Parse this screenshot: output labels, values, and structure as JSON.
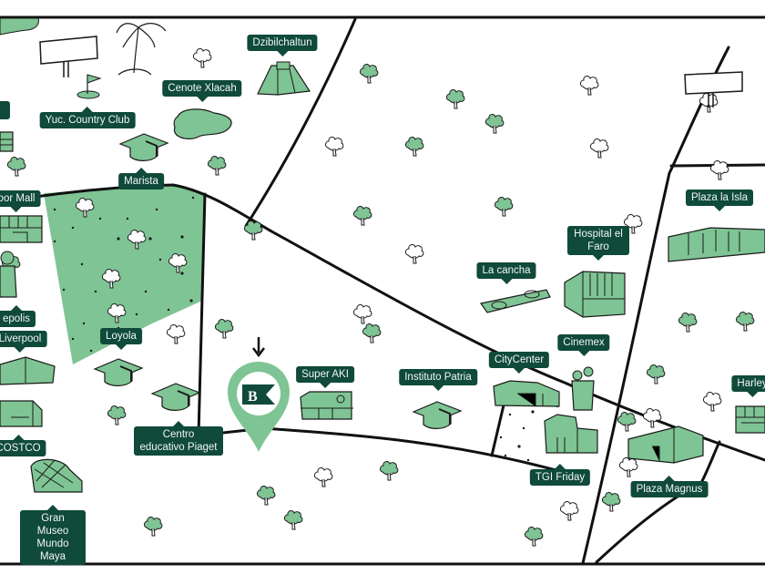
{
  "map": {
    "title": "Neighborhood map",
    "colors": {
      "accent_green": "#7fc494",
      "label_bg": "#0f4a3a",
      "label_text": "#f3f6f4",
      "road": "#111111"
    },
    "marker": {
      "icon": "flag-b-icon",
      "letter": "B",
      "indicator": "arrow-down-icon"
    },
    "labels": [
      {
        "id": "dzibilchaltun",
        "text": "Dzibilchaltun",
        "icon": "pyramid-icon"
      },
      {
        "id": "cenote-xlacah",
        "text": "Cenote Xlacah",
        "icon": "cenote-icon"
      },
      {
        "id": "yuc-country-club",
        "text": "Yuc. Country Club",
        "icon": "golf-flag-icon"
      },
      {
        "id": "marista",
        "text": "Marista",
        "icon": "graduation-cap-icon"
      },
      {
        "id": "harbor-mall",
        "text": "oor Mall",
        "icon": "mall-icon"
      },
      {
        "id": "cinepolis",
        "text": "epolis",
        "icon": "cinema-icon"
      },
      {
        "id": "liverpool",
        "text": "Liverpool",
        "icon": "store-icon"
      },
      {
        "id": "loyola",
        "text": "Loyola",
        "icon": "graduation-cap-icon"
      },
      {
        "id": "costco",
        "text": "COSTCO",
        "icon": "warehouse-icon"
      },
      {
        "id": "gran-museo",
        "text": "Gran Museo Mundo Maya",
        "icon": "museum-icon"
      },
      {
        "id": "centro-piaget",
        "text": "Centro educativo Piaget",
        "icon": "graduation-cap-icon"
      },
      {
        "id": "super-aki",
        "text": "Super AKI",
        "icon": "supermarket-icon"
      },
      {
        "id": "instituto-patria",
        "text": "Instituto Patria",
        "icon": "graduation-cap-icon"
      },
      {
        "id": "la-cancha",
        "text": "La cancha",
        "icon": "field-icon"
      },
      {
        "id": "hospital-faro",
        "text": "Hospital el Faro",
        "icon": "hospital-icon"
      },
      {
        "id": "citycenter",
        "text": "CityCenter",
        "icon": "mall-icon"
      },
      {
        "id": "cinemex",
        "text": "Cinemex",
        "icon": "popcorn-icon"
      },
      {
        "id": "tgi-friday",
        "text": "TGI Friday",
        "icon": "restaurant-icon"
      },
      {
        "id": "plaza-la-isla",
        "text": "Plaza la Isla",
        "icon": "mall-icon"
      },
      {
        "id": "plaza-magnus",
        "text": "Plaza Magnus",
        "icon": "mall-icon"
      },
      {
        "id": "harley",
        "text": "Harley",
        "icon": "store-icon"
      },
      {
        "id": "top-left-cut",
        "text": "",
        "icon": ""
      }
    ]
  }
}
